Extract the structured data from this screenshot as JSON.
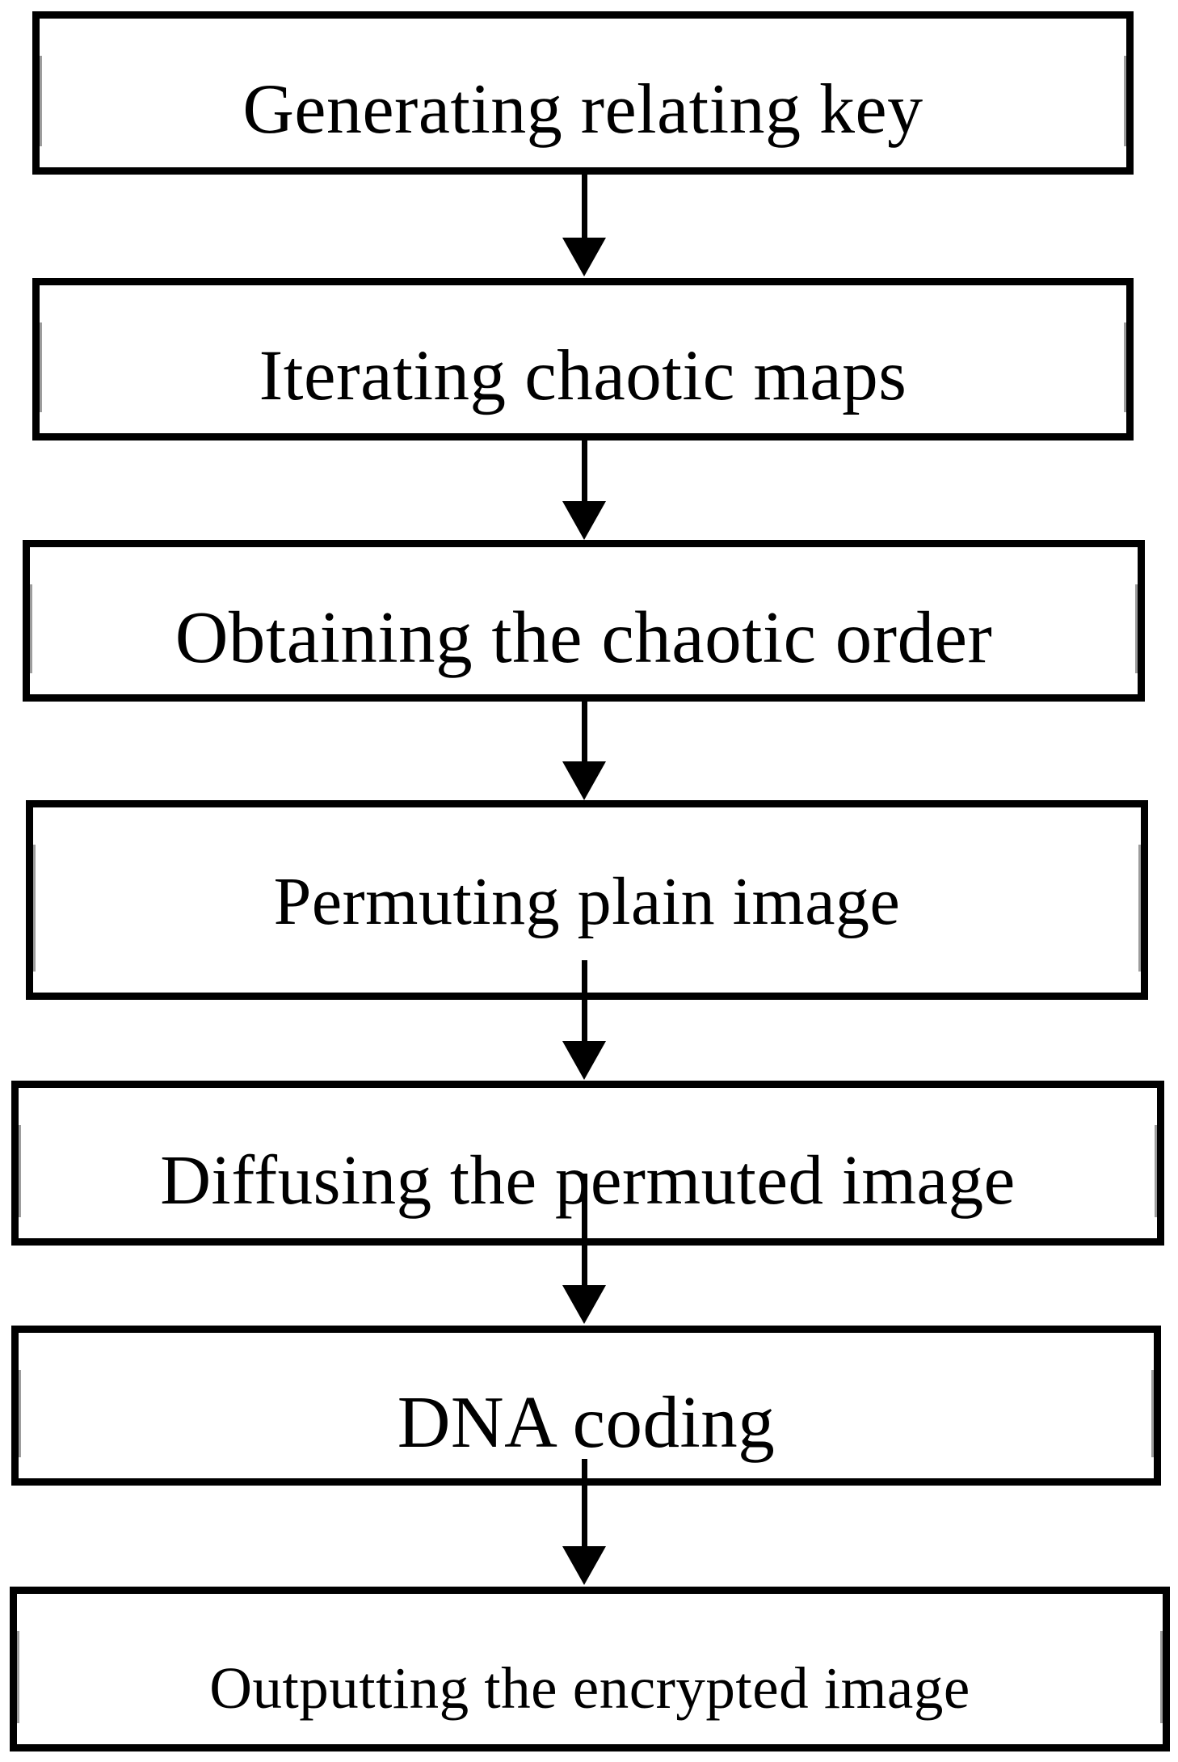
{
  "diagram": {
    "type": "flowchart",
    "direction": "top-down",
    "colors": {
      "background": "#ffffff",
      "box_fill": "#ffffff",
      "box_border": "#000000",
      "text": "#000000",
      "arrow": "#000000"
    },
    "steps": [
      {
        "id": 1,
        "label": "Generating relating key"
      },
      {
        "id": 2,
        "label": "Iterating chaotic maps"
      },
      {
        "id": 3,
        "label": "Obtaining the chaotic order"
      },
      {
        "id": 4,
        "label": "Permuting plain image"
      },
      {
        "id": 5,
        "label": "Diffusing the permuted image"
      },
      {
        "id": 6,
        "label": "DNA coding"
      },
      {
        "id": 7,
        "label": "Outputting the encrypted image"
      }
    ],
    "connections": [
      {
        "from": 1,
        "to": 2
      },
      {
        "from": 2,
        "to": 3
      },
      {
        "from": 3,
        "to": 4
      },
      {
        "from": 4,
        "to": 5
      },
      {
        "from": 5,
        "to": 6
      },
      {
        "from": 6,
        "to": 7
      }
    ]
  }
}
